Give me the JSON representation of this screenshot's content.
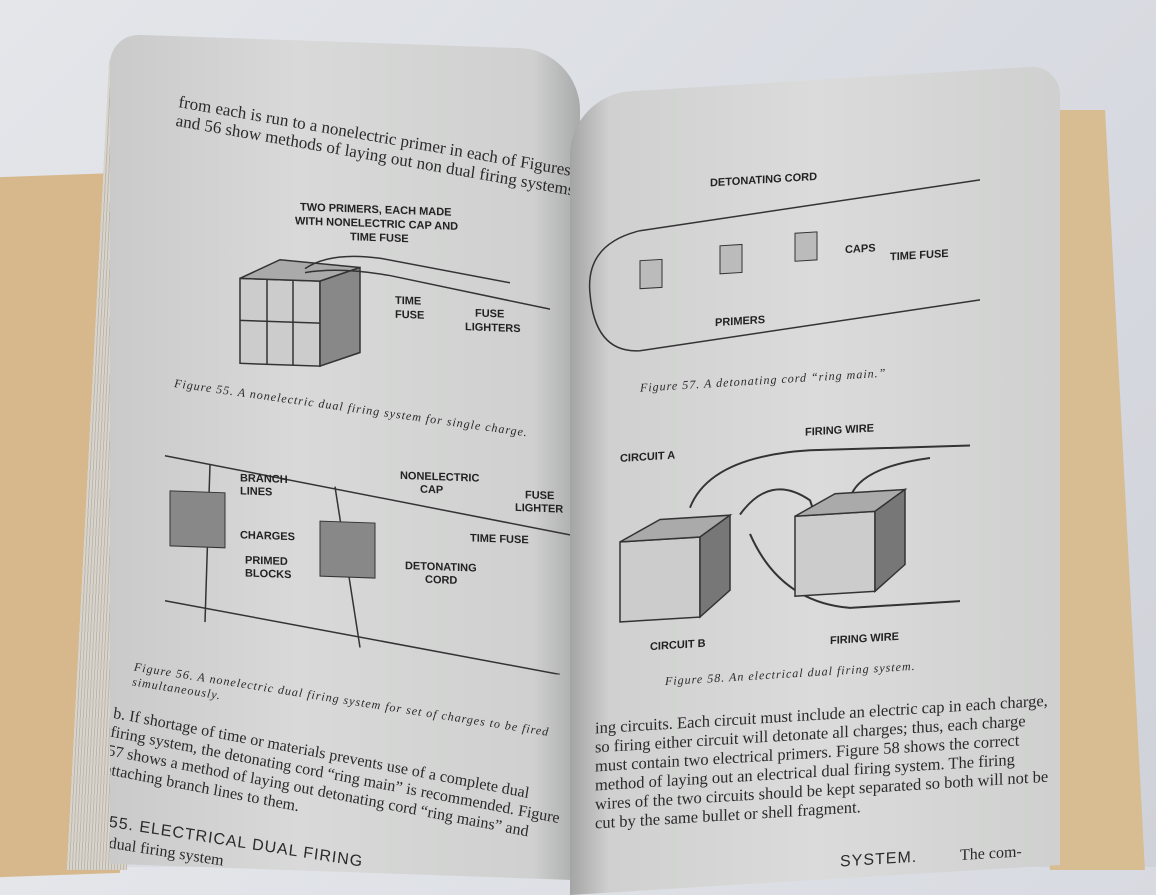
{
  "left_page": {
    "intro_text": "from each is run to a nonelectric primer in each of Figures 55 and 56 show methods of laying out non dual firing systems.",
    "figure55": {
      "labels": [
        "TWO PRIMERS, EACH MADE",
        "WITH NONELECTRIC CAP AND",
        "TIME FUSE",
        "TIME",
        "FUSE",
        "FUSE",
        "LIGHTERS"
      ],
      "caption": "Figure 55. A nonelectric dual firing system for single charge."
    },
    "figure56": {
      "labels": [
        "NONELECTRIC",
        "CAP",
        "FUSE",
        "LIGHTER",
        "BRANCH",
        "LINES",
        "TIME FUSE",
        "CHARGES",
        "DETONATING",
        "CORD",
        "PRIMED",
        "BLOCKS"
      ],
      "caption": "Figure 56. A nonelectric dual firing system for set of charges to be fired simultaneously."
    },
    "paragraph_b": "b. If shortage of time or materials prevents use of a complete dual firing system, the detonating cord “ring main” is recommended. Figure 57 shows a method of laying out detonating cord “ring mains” and attaching branch lines to them.",
    "section_heading": "55. ELECTRICAL DUAL FIRING",
    "section_text": "dual firing system"
  },
  "right_page": {
    "figure57": {
      "labels": [
        "DETONATING CORD",
        "CAPS",
        "TIME FUSE",
        "PRIMERS"
      ],
      "caption": "Figure 57. A detonating cord “ring main.”"
    },
    "figure58": {
      "labels": [
        "CIRCUIT A",
        "FIRING WIRE",
        "CIRCUIT B",
        "FIRING WIRE"
      ],
      "caption": "Figure 58. An electrical dual firing system."
    },
    "paragraph": "ing circuits. Each circuit must include an electric cap in each charge, so firing either circuit will detonate all charges; thus, each charge must contain two electrical primers. Figure 58 shows the correct method of laying out an electrical dual firing system. The firing wires of the two circuits should be kept separated so both will not be cut by the same bullet or shell fragment.",
    "heading_fragment": "SYSTEM.",
    "heading_tail": "The com-"
  }
}
